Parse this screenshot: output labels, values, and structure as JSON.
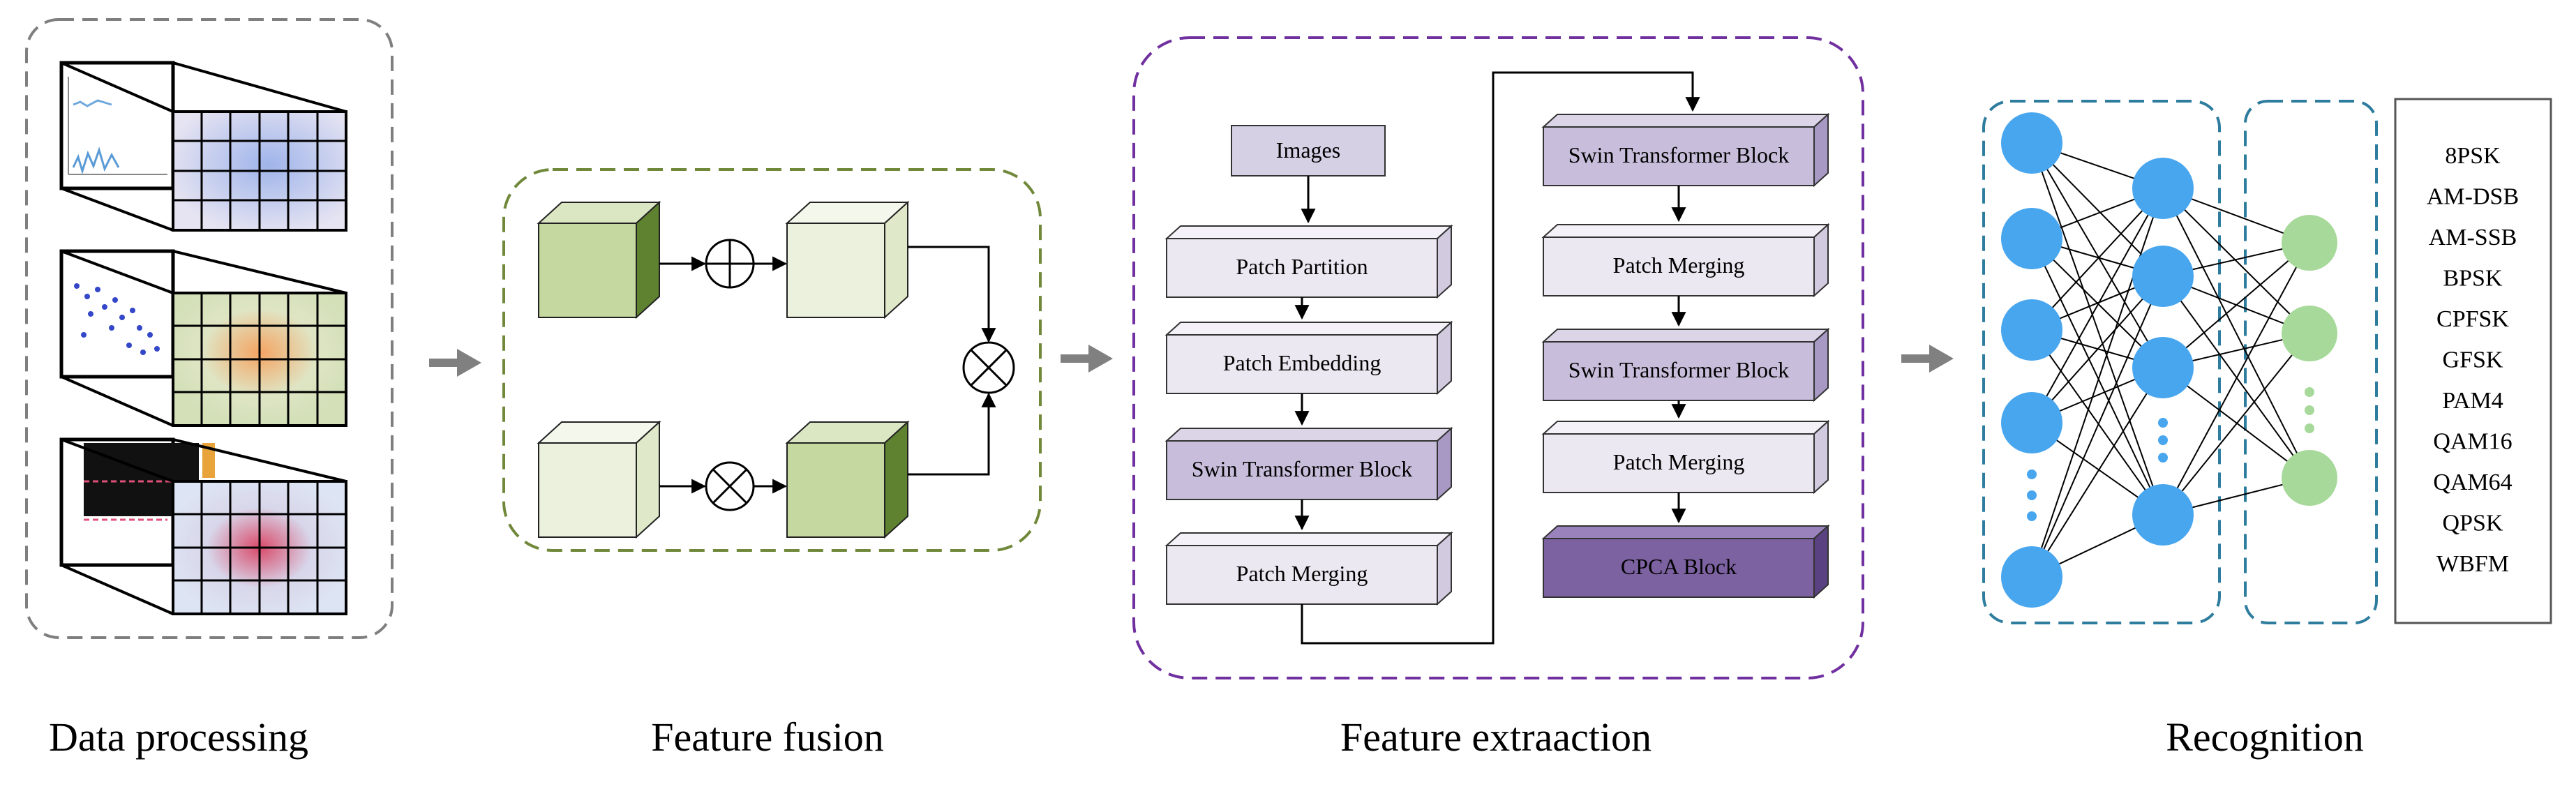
{
  "sections": {
    "data_processing": "Data processing",
    "feature_fusion": "Feature fusion",
    "feature_extraction": "Feature extraaction",
    "recognition": "Recognition"
  },
  "fusion": {
    "ops": [
      "plus-circle",
      "times-circle",
      "times-circle"
    ]
  },
  "extraction": {
    "left_column": {
      "images_label": "Images",
      "blocks": [
        "Patch Partition",
        "Patch Embedding",
        "Swin Transformer Block",
        "Patch Merging"
      ]
    },
    "right_column": {
      "blocks": [
        "Swin Transformer Block",
        "Patch Merging",
        "Swin Transformer Block",
        "Patch Merging",
        "CPCA Block"
      ]
    }
  },
  "recognition": {
    "classes": [
      "8PSK",
      "AM-DSB",
      "AM-SSB",
      "BPSK",
      "CPFSK",
      "GFSK",
      "PAM4",
      "QAM16",
      "QAM64",
      "QPSK",
      "WBFM"
    ]
  },
  "colors": {
    "grey_border": "#7f7f7f",
    "green_border": "#70883a",
    "purple_border": "#7030a0",
    "blue_border": "#2e7c9e",
    "dark_cube": "#c4d8a0",
    "light_cube": "#ebf1dd",
    "block_light": "#ebe8f1",
    "block_mid": "#c8bedb",
    "block_dark": "#7d62a2",
    "neuron_blue": "#48a6ef",
    "neuron_green": "#a7d99a",
    "arrow_grey": "#808080"
  }
}
